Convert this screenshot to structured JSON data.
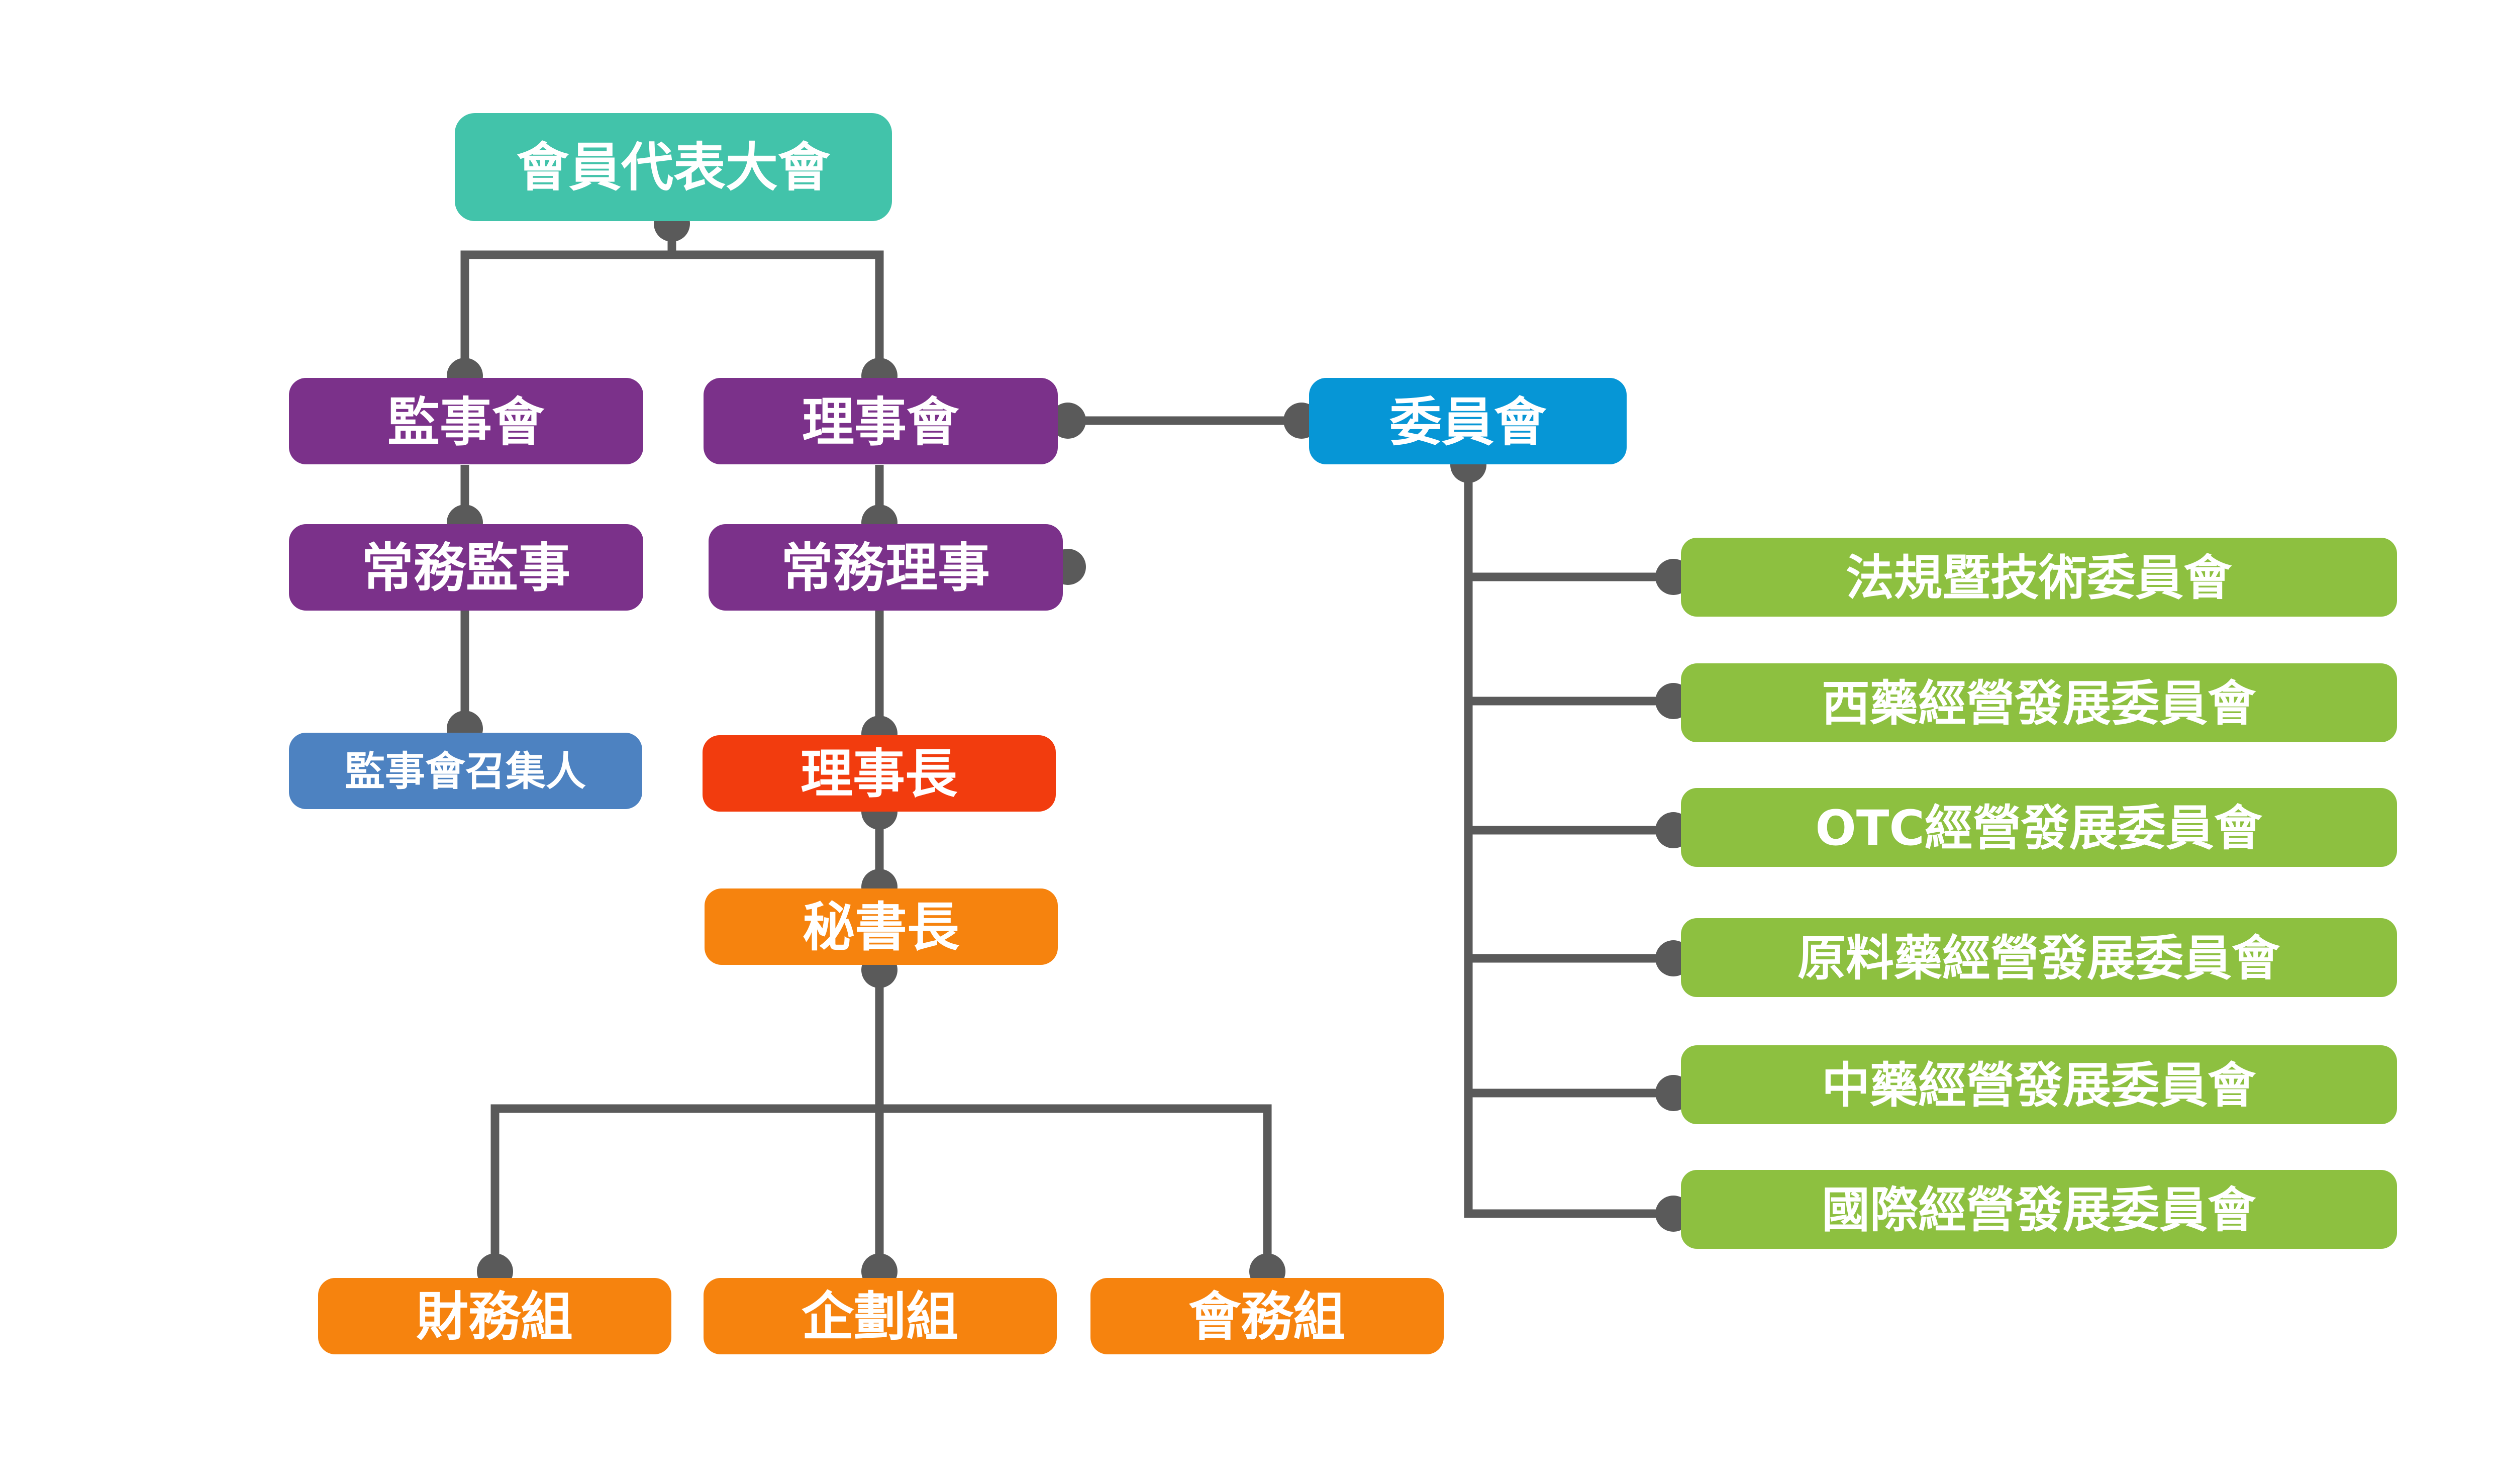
{
  "colors": {
    "teal": "#42c3aa",
    "purple": "#7b318a",
    "blue": "#0696d6",
    "steel_blue": "#4d82c1",
    "red": "#f23c0e",
    "orange": "#f6830e",
    "green": "#8dc040",
    "connector": "#5a5a5a"
  },
  "nodes": {
    "general_assembly": "會員代表大會",
    "supervisors": "監事會",
    "board": "理事會",
    "committee": "委員會",
    "standing_supervisors": "常務監事",
    "standing_directors": "常務理事",
    "supervisor_convener": "監事會召集人",
    "chairman": "理事長",
    "secretary_general": "秘書長",
    "finance_group": "財務組",
    "planning_group": "企劃組",
    "membership_group": "會務組"
  },
  "committees": [
    "法規暨技術委員會",
    "西藥經營發展委員會",
    "OTC經營發展委員會",
    "原料藥經營發展委員會",
    "中藥經營發展委員會",
    "國際經營發展委員會"
  ]
}
